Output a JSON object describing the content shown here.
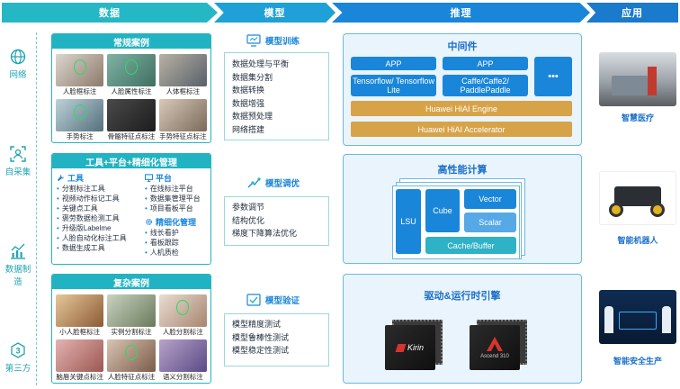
{
  "header": {
    "data": "数据",
    "model": "模型",
    "inference": "推理",
    "application": "应用"
  },
  "sidebar": {
    "items": [
      {
        "label": "网络",
        "icon": "globe-icon"
      },
      {
        "label": "自采集",
        "icon": "person-scan-icon"
      },
      {
        "label": "数据制造",
        "icon": "chart-trend-icon"
      },
      {
        "label": "第三方",
        "icon": "badge-three-icon"
      }
    ]
  },
  "data_col": {
    "common": {
      "title": "常规案例",
      "thumbs": [
        "人脸框标注",
        "人脸属性标注",
        "人体框标注",
        "手势标注",
        "骨骼特征点标注",
        "手势特征点标注"
      ]
    },
    "tools": {
      "title": "工具+平台+精细化管理",
      "tool_title": "工具",
      "tools": [
        "分割标注工具",
        "视频动作标记工具",
        "关键点工具",
        "褒劳数据检测工具",
        "升级版Labelme",
        "人脸自动化标注工具",
        "数据生成工具"
      ],
      "platform_title": "平台",
      "platform": [
        "在线标注平台",
        "数据集管理平台",
        "项目看板平台"
      ],
      "fine_title": "精细化管理",
      "fine": [
        "线长看护",
        "看板跟踪",
        "人机质检"
      ]
    },
    "complex": {
      "title": "复杂案例",
      "thumbs": [
        "小人脸框标注",
        "实例分割标注",
        "人脸分割标注",
        "脑唇关键点标注",
        "人脸特征点标注",
        "语义分割标注"
      ]
    }
  },
  "model_col": {
    "training": {
      "title": "模型训练",
      "items": [
        "数据处理与平衡",
        "数据集分割",
        "数据转换",
        "数据增强",
        "数据预处理",
        "网络搭建"
      ]
    },
    "tuning": {
      "title": "模型调优",
      "items": [
        "参数调节",
        "结构优化",
        "梯度下降算法优化"
      ]
    },
    "validation": {
      "title": "模型验证",
      "items": [
        "模型精度测试",
        "模型鲁棒性测试",
        "模型稳定性测试"
      ]
    }
  },
  "inference_col": {
    "middleware": {
      "title": "中间件",
      "app1": "APP",
      "app2": "APP",
      "fw1": "Tensorflow/ Tensorflow Lite",
      "fw2": "Caffe/Caffe2/ PaddlePaddle",
      "more": "•••",
      "engine": "Huawei HiAI Engine",
      "accelerator": "Huawei HiAI Accelerator"
    },
    "compute": {
      "title": "高性能计算",
      "lsu": "LSU",
      "cube": "Cube",
      "vector": "Vector",
      "scalar": "Scalar",
      "cache": "Cache/Buffer"
    },
    "driver": {
      "title": "驱动&运行时引擎",
      "chip1": "Kirin",
      "chip2": "Ascend 310"
    }
  },
  "app_col": {
    "items": [
      "智慧医疗",
      "智能机器人",
      "智能安全生产"
    ]
  }
}
